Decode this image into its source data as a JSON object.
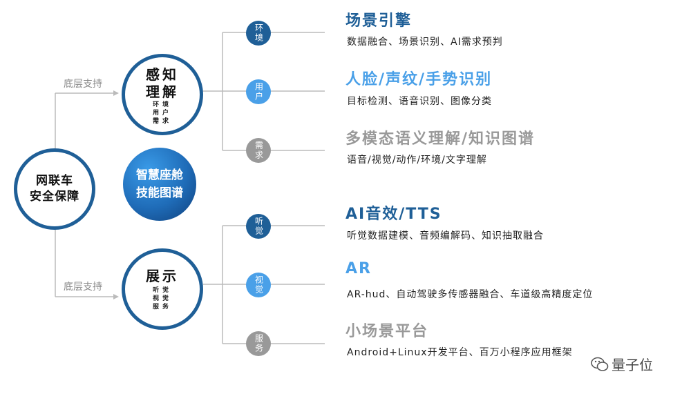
{
  "left_circle": {
    "line1": "网联车",
    "line2": "安全保障"
  },
  "support_label": "底层支持",
  "perception": {
    "title1": "感知",
    "title2": "理解",
    "sub": [
      "环境",
      "用户",
      "需求"
    ]
  },
  "display": {
    "title": "展示",
    "sub": [
      "听觉",
      "视觉",
      "服务"
    ]
  },
  "center": {
    "line1": "智慧座舱",
    "line2": "技能图谱"
  },
  "nodes": [
    {
      "label": "环境",
      "heading": "场景引擎",
      "desc": "数据融合、场景识别、AI需求预判"
    },
    {
      "label": "用户",
      "heading": "人脸/声纹/手势识别",
      "desc": "目标检测、语音识别、图像分类"
    },
    {
      "label": "需求",
      "heading": "多模态语义理解/知识图谱",
      "desc": "语音/视觉/动作/环境/文字理解"
    },
    {
      "label": "听觉",
      "heading": "AI音效/TTS",
      "desc": "听觉数据建模、音频编解码、知识抽取融合"
    },
    {
      "label": "视觉",
      "heading": "AR",
      "desc": "AR-hud、自动驾驶多传感器融合、车道级高精度定位"
    },
    {
      "label": "服务",
      "heading": "小场景平台",
      "desc": "Android+Linux开发平台、百万小程序应用框架"
    }
  ],
  "colors": {
    "dark_blue": "#1f5f97",
    "mid_blue": "#2f87d0",
    "light_blue": "#4aa0e8",
    "gray": "#999999"
  },
  "watermark": {
    "text": "量子位",
    "icon": "wechat-icon"
  }
}
